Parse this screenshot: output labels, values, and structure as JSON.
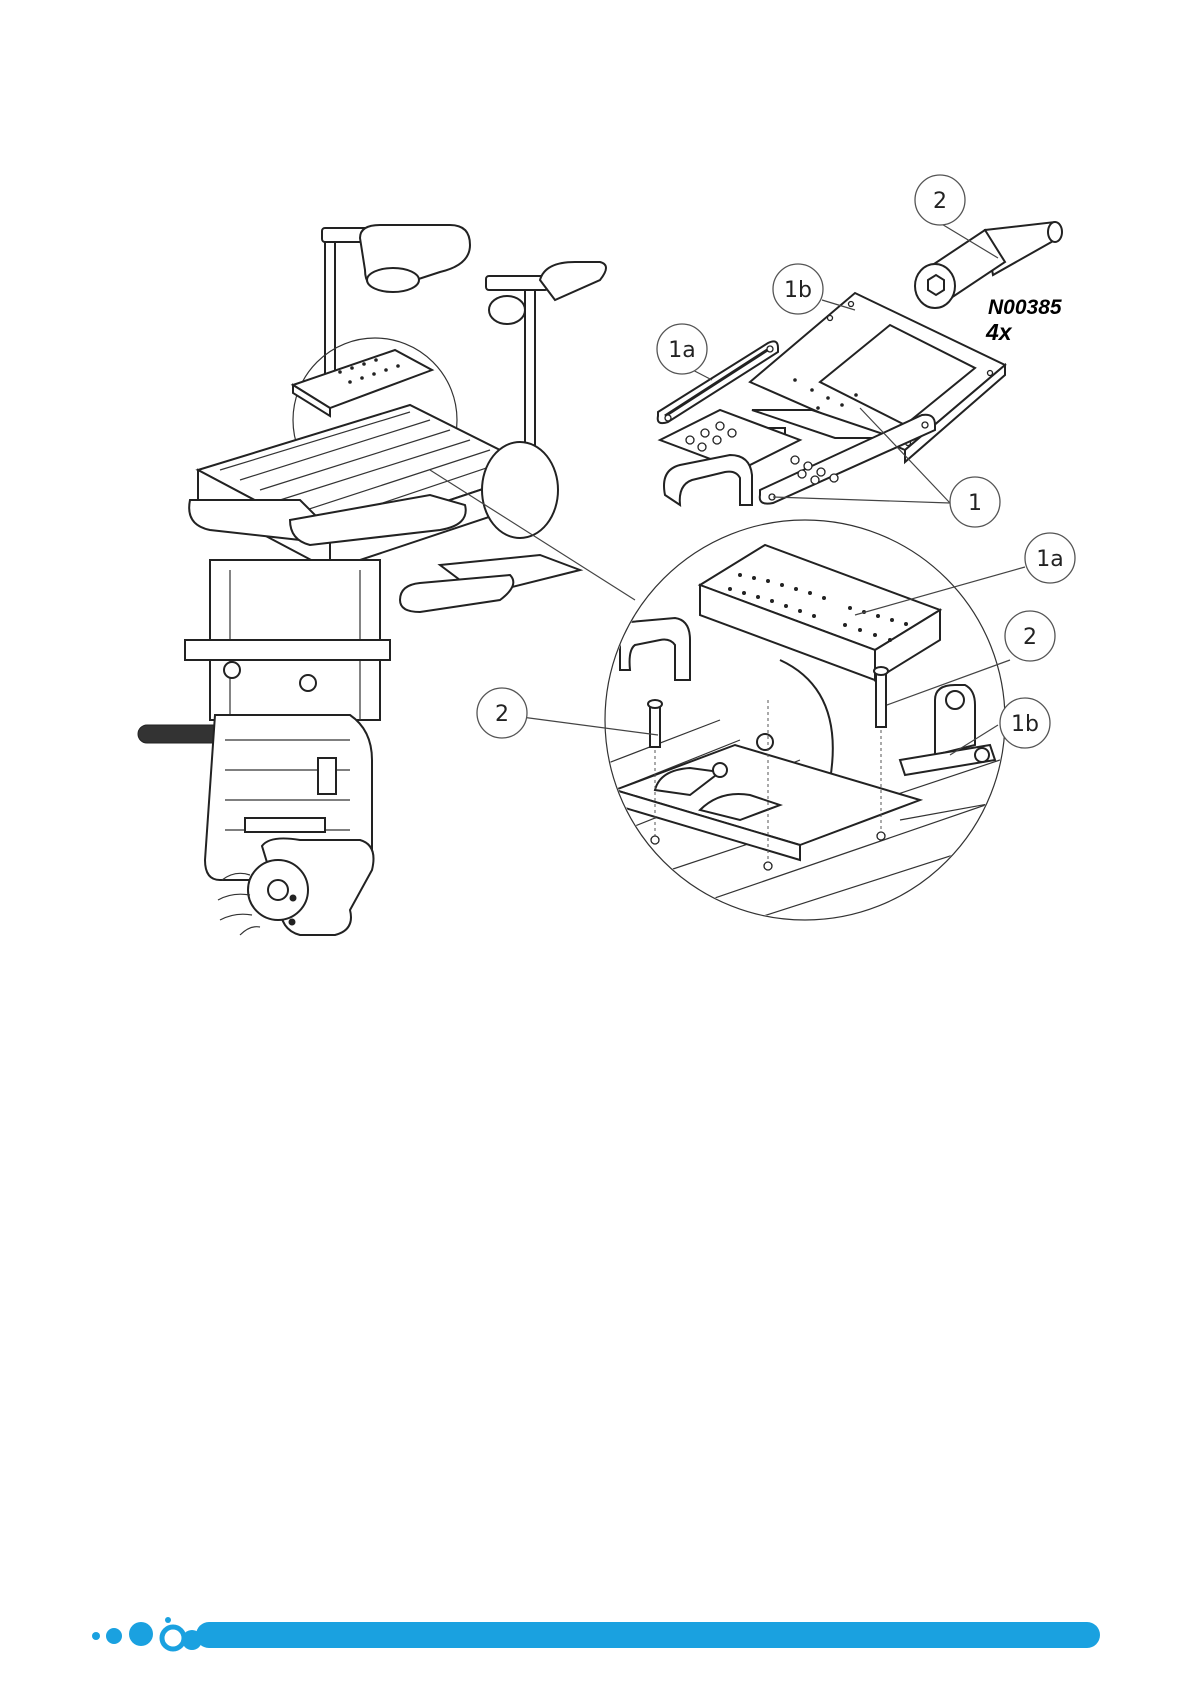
{
  "callouts": {
    "bolt_top": "2",
    "plate_1b_top": "1b",
    "rail_1a_top": "1a",
    "assembly_1": "1",
    "plate_1a_detail": "1a",
    "bolt_detail_right": "2",
    "bolt_detail_left": "2",
    "plate_1b_detail": "1b"
  },
  "part_code": "N00385",
  "quantity": "4x",
  "colors": {
    "accent": "#1aa1e0",
    "line": "#222222"
  },
  "icons": {
    "logo": "brand-dots-logo"
  }
}
